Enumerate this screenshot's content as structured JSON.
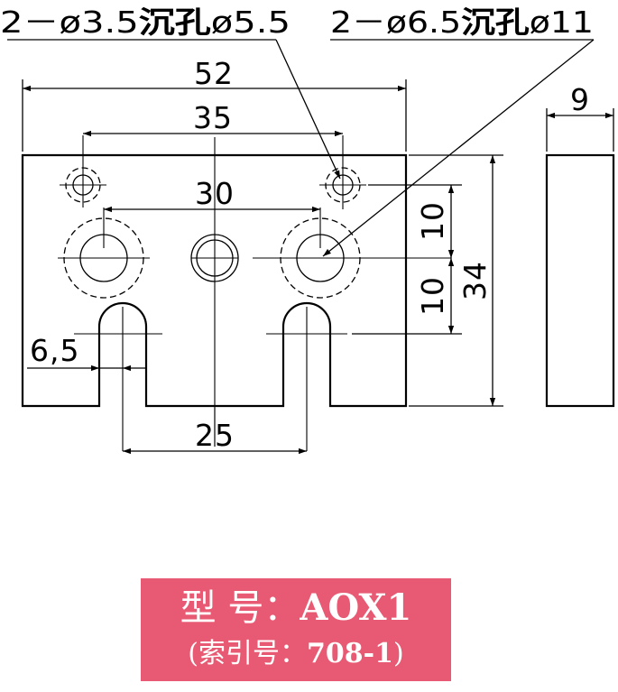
{
  "drawing": {
    "callout_left": {
      "prefix": "2－ø3.5",
      "keyword": "沉孔",
      "suffix": "ø5.5"
    },
    "callout_right": {
      "prefix": "2－ø6.5",
      "keyword": "沉孔",
      "suffix": "ø11"
    },
    "dimensions": {
      "overall_width": "52",
      "small_hole_spacing": "35",
      "large_hole_spacing": "30",
      "slot_spacing": "25",
      "slot_width": "6,5",
      "offset_upper": "10",
      "offset_lower": "10",
      "overall_height": "34",
      "thickness": "9"
    }
  },
  "label": {
    "model_prefix": "型 号：",
    "model_value": "AOX1",
    "index_prefix": "(索引号：",
    "index_value": "708-1",
    "index_suffix": ")"
  },
  "colors": {
    "label_background": "#e85a73",
    "label_text": "#ffffff",
    "line": "#000000"
  }
}
